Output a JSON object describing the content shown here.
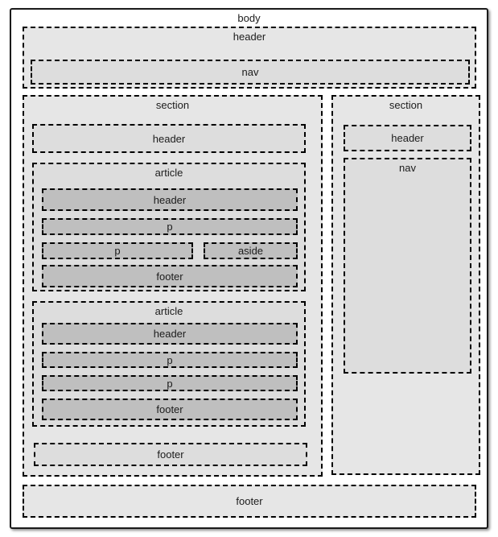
{
  "labels": {
    "body": "body",
    "top_header": "header",
    "top_nav": "nav",
    "left_section": "section",
    "left_section_header": "header",
    "article1": "article",
    "article1_header": "header",
    "article1_p1": "p",
    "article1_p2": "p",
    "article1_aside": "aside",
    "article1_footer": "footer",
    "article2": "article",
    "article2_header": "header",
    "article2_p1": "p",
    "article2_p2": "p",
    "article2_footer": "footer",
    "left_section_footer": "footer",
    "right_section": "section",
    "right_section_header": "header",
    "right_section_nav": "nav",
    "body_footer": "footer"
  },
  "colors": {
    "level1_bg": "#e6e6e6",
    "level2_bg": "#dddddd",
    "level3_bg": "#bfbfbf",
    "dash_color": "#000000",
    "frame_border": "#1a1a1a",
    "text_color": "#1c1c1c",
    "page_bg": "#ffffff"
  }
}
